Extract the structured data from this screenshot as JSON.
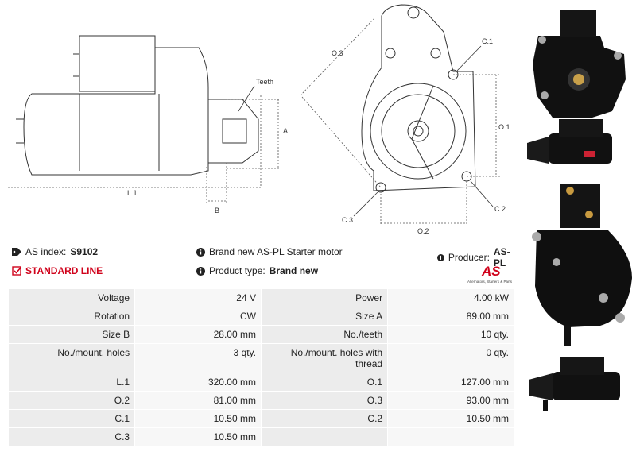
{
  "drawing": {
    "teeth_label": "Teeth",
    "dim_a": "A",
    "dim_b": "B",
    "dim_l1": "L.1",
    "dim_o1": "O.1",
    "dim_o2": "O.2",
    "dim_o3": "O.3",
    "dim_c1": "C.1",
    "dim_c2": "C.2",
    "dim_c3": "C.3"
  },
  "info": {
    "as_index_label": "AS index:",
    "as_index_value": "S9102",
    "standard_line": "STANDARD LINE",
    "description": "Brand new AS-PL Starter motor",
    "product_type_label": "Product type:",
    "product_type_value": "Brand new",
    "producer_label": "Producer:",
    "producer_value": "AS-PL",
    "logo_text": "AS",
    "logo_tagline": "Alternators, Starters & Parts"
  },
  "specs": [
    {
      "k1": "Voltage",
      "v1": "24 V",
      "k2": "Power",
      "v2": "4.00 kW"
    },
    {
      "k1": "Rotation",
      "v1": "CW",
      "k2": "Size A",
      "v2": "89.00 mm"
    },
    {
      "k1": "Size B",
      "v1": "28.00 mm",
      "k2": "No./teeth",
      "v2": "10 qty."
    },
    {
      "k1": "No./mount. holes",
      "v1": "3 qty.",
      "k2": "No./mount. holes with thread",
      "v2": "0 qty."
    },
    {
      "k1": "L.1",
      "v1": "320.00 mm",
      "k2": "O.1",
      "v2": "127.00 mm"
    },
    {
      "k1": "O.2",
      "v1": "81.00 mm",
      "k2": "O.3",
      "v2": "93.00 mm"
    },
    {
      "k1": "C.1",
      "v1": "10.50 mm",
      "k2": "C.2",
      "v2": "10.50 mm"
    },
    {
      "k1": "C.3",
      "v1": "10.50 mm",
      "k2": "",
      "v2": ""
    }
  ]
}
